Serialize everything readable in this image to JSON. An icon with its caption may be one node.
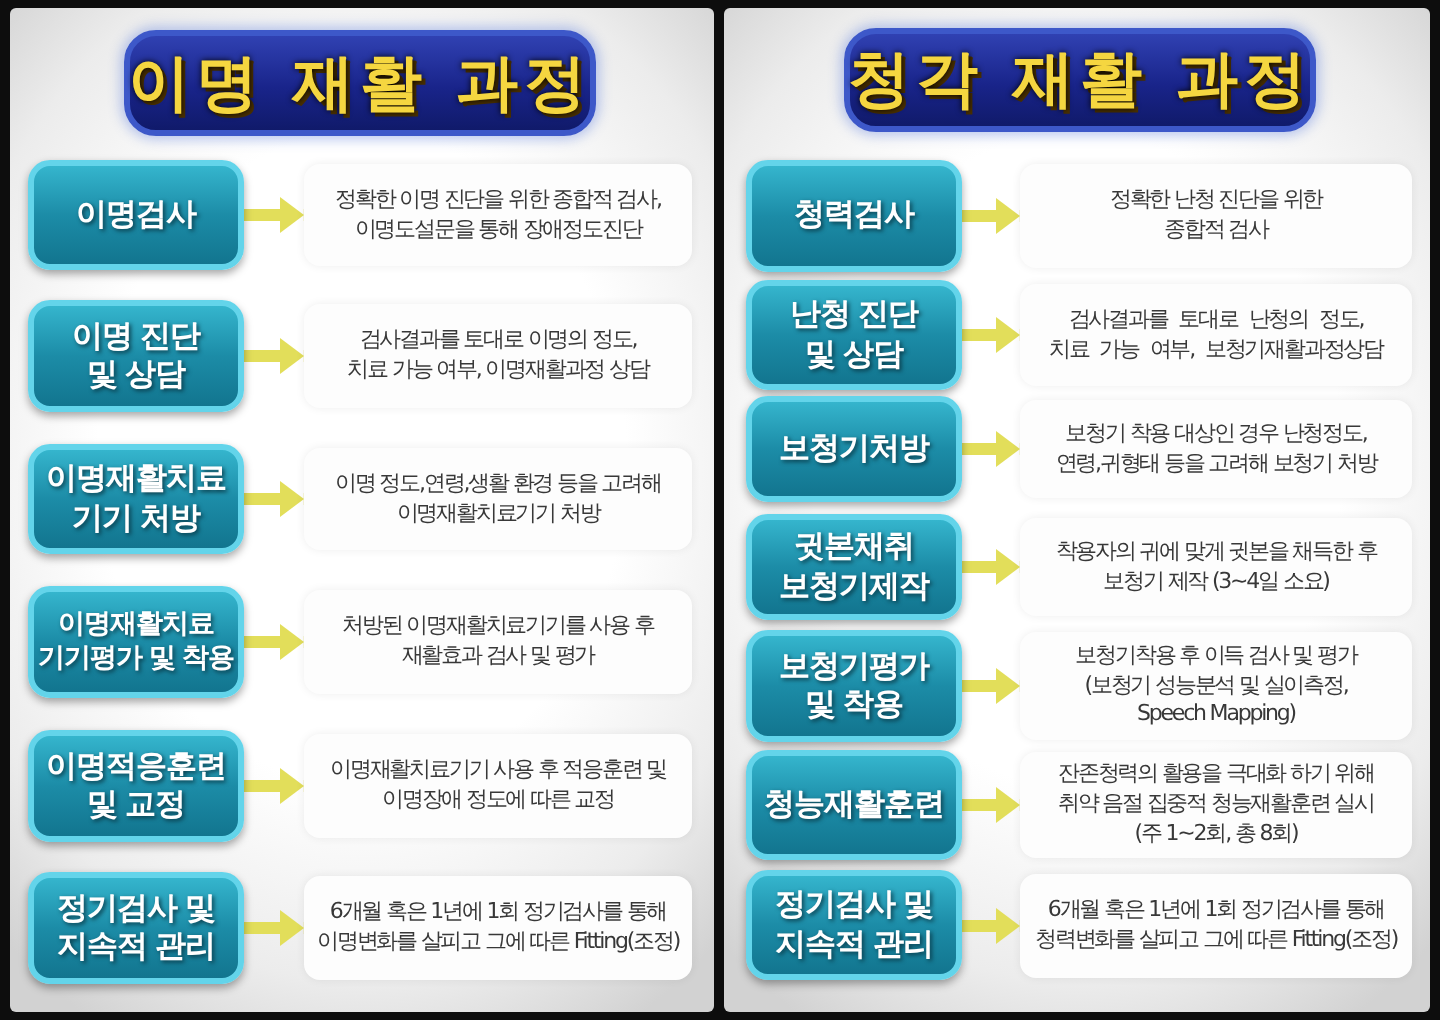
{
  "diagram": {
    "nodes": [
      {
        "text": [],
        "shape": "box"
      },
      {
        "text": [
          "이명 재활 과정"
        ],
        "in": 0
      },
      {
        "text": [
          "이명검사"
        ],
        "in": 0
      },
      {
        "text": [
          "정확한 이명 진단을 위한 종합적 검사, 이명도설문을 통해 장애정도진단"
        ],
        "in": 0
      },
      {
        "text": [
          "이명 진단 및 상담"
        ],
        "in": 0
      },
      {
        "text": [
          "검사결과를 토대로 이명의 정도, 치료 가능 여부, 이명재활과정 상담"
        ],
        "in": 0
      },
      {
        "text": [
          "이명재활치료 기기 처방"
        ],
        "in": 0
      },
      {
        "text": [
          "이명 정도,연령,생활 환경 등을 고려해 이명재활치료기기 처방"
        ],
        "in": 0
      },
      {
        "text": [
          "이명재활치료 기기평가 및 착용"
        ],
        "in": 0
      },
      {
        "text": [
          "처방된 이명재활치료기기를 사용 후 재활효과 검사 및 평가"
        ],
        "in": 0
      },
      {
        "text": [
          "이명적응훈련 및 교정"
        ],
        "in": 0
      },
      {
        "text": [
          "이명재활치료기기 사용 후 적응훈련 및 이명장애 정도에 따른 교정"
        ],
        "in": 0
      },
      {
        "text": [
          "정기검사 및 지속적 관리"
        ],
        "in": 0
      },
      {
        "text": [
          "6개월 혹은 1년에 1회 정기검사를 통해 이명변화를 살피고 그에 따른 Fitting(조정)"
        ],
        "in": 0
      },
      {
        "text": [],
        "shape": "box"
      },
      {
        "text": [
          "청각 재활 과정"
        ],
        "in": 14
      },
      {
        "text": [
          "청력검사"
        ],
        "in": 14
      },
      {
        "text": [
          "정확한 난청 진단을 위한 종합적 검사"
        ],
        "in": 14
      },
      {
        "text": [
          "난청 진단 및 상담"
        ],
        "in": 14
      },
      {
        "text": [
          "검사결과를 토대로 난청의 정도, 치료 가능 여부, 보청기재활과정상담"
        ],
        "in": 14
      },
      {
        "text": [
          "보청기처방"
        ],
        "in": 14
      },
      {
        "text": [
          "보청기 착용 대상인 경우 난청정도, 연령,귀형태 등을 고려해 보청기 처방"
        ],
        "in": 14
      },
      {
        "text": [
          "귓본채취 보청기제작"
        ],
        "in": 14
      },
      {
        "text": [
          "착용자의 귀에 맞게 귓본을 채득한 후 보청기 제작 (3~4일 소요)"
        ],
        "in": 14
      },
      {
        "text": [
          "보청기평가 및 착용"
        ],
        "in": 14
      },
      {
        "text": [
          "보청기착용 후 이득 검사 및 평가 (보청기 성능분석 및 실이측정, Speech Mapping)"
        ],
        "in": 14
      },
      {
        "text": [
          "청능재활훈련"
        ],
        "in": 14
      },
      {
        "text": [
          "잔존청력의 활용을 극대화 하기 위해 취약 음절 집중적 청능재활훈련 실시 (주 1~2회, 총 8회)"
        ],
        "in": 14
      },
      {
        "text": [
          "정기검사 및 지속적 관리"
        ],
        "in": 14
      },
      {
        "text": [
          "6개월 혹은 1년에 1회 정기검사를 통해 청력변화를 살피고 그에 따른 Fitting(조정)"
        ],
        "in": 14
      }
    ],
    "edges": [
      {
        "from": 2,
        "to": 3,
        "arrow": "to"
      },
      {
        "from": 4,
        "to": 5,
        "arrow": "to"
      },
      {
        "from": 6,
        "to": 7,
        "arrow": "to"
      },
      {
        "from": 8,
        "to": 9,
        "arrow": "to"
      },
      {
        "from": 10,
        "to": 11,
        "arrow": "to"
      },
      {
        "from": 12,
        "to": 13,
        "arrow": "to"
      },
      {
        "from": 16,
        "to": 17,
        "arrow": "to"
      },
      {
        "from": 18,
        "to": 19,
        "arrow": "to"
      },
      {
        "from": 20,
        "to": 21,
        "arrow": "to"
      },
      {
        "from": 22,
        "to": 23,
        "arrow": "to"
      },
      {
        "from": 24,
        "to": 25,
        "arrow": "to"
      },
      {
        "from": 26,
        "to": 27,
        "arrow": "to"
      },
      {
        "from": 28,
        "to": 29,
        "arrow": "to"
      }
    ]
  }
}
